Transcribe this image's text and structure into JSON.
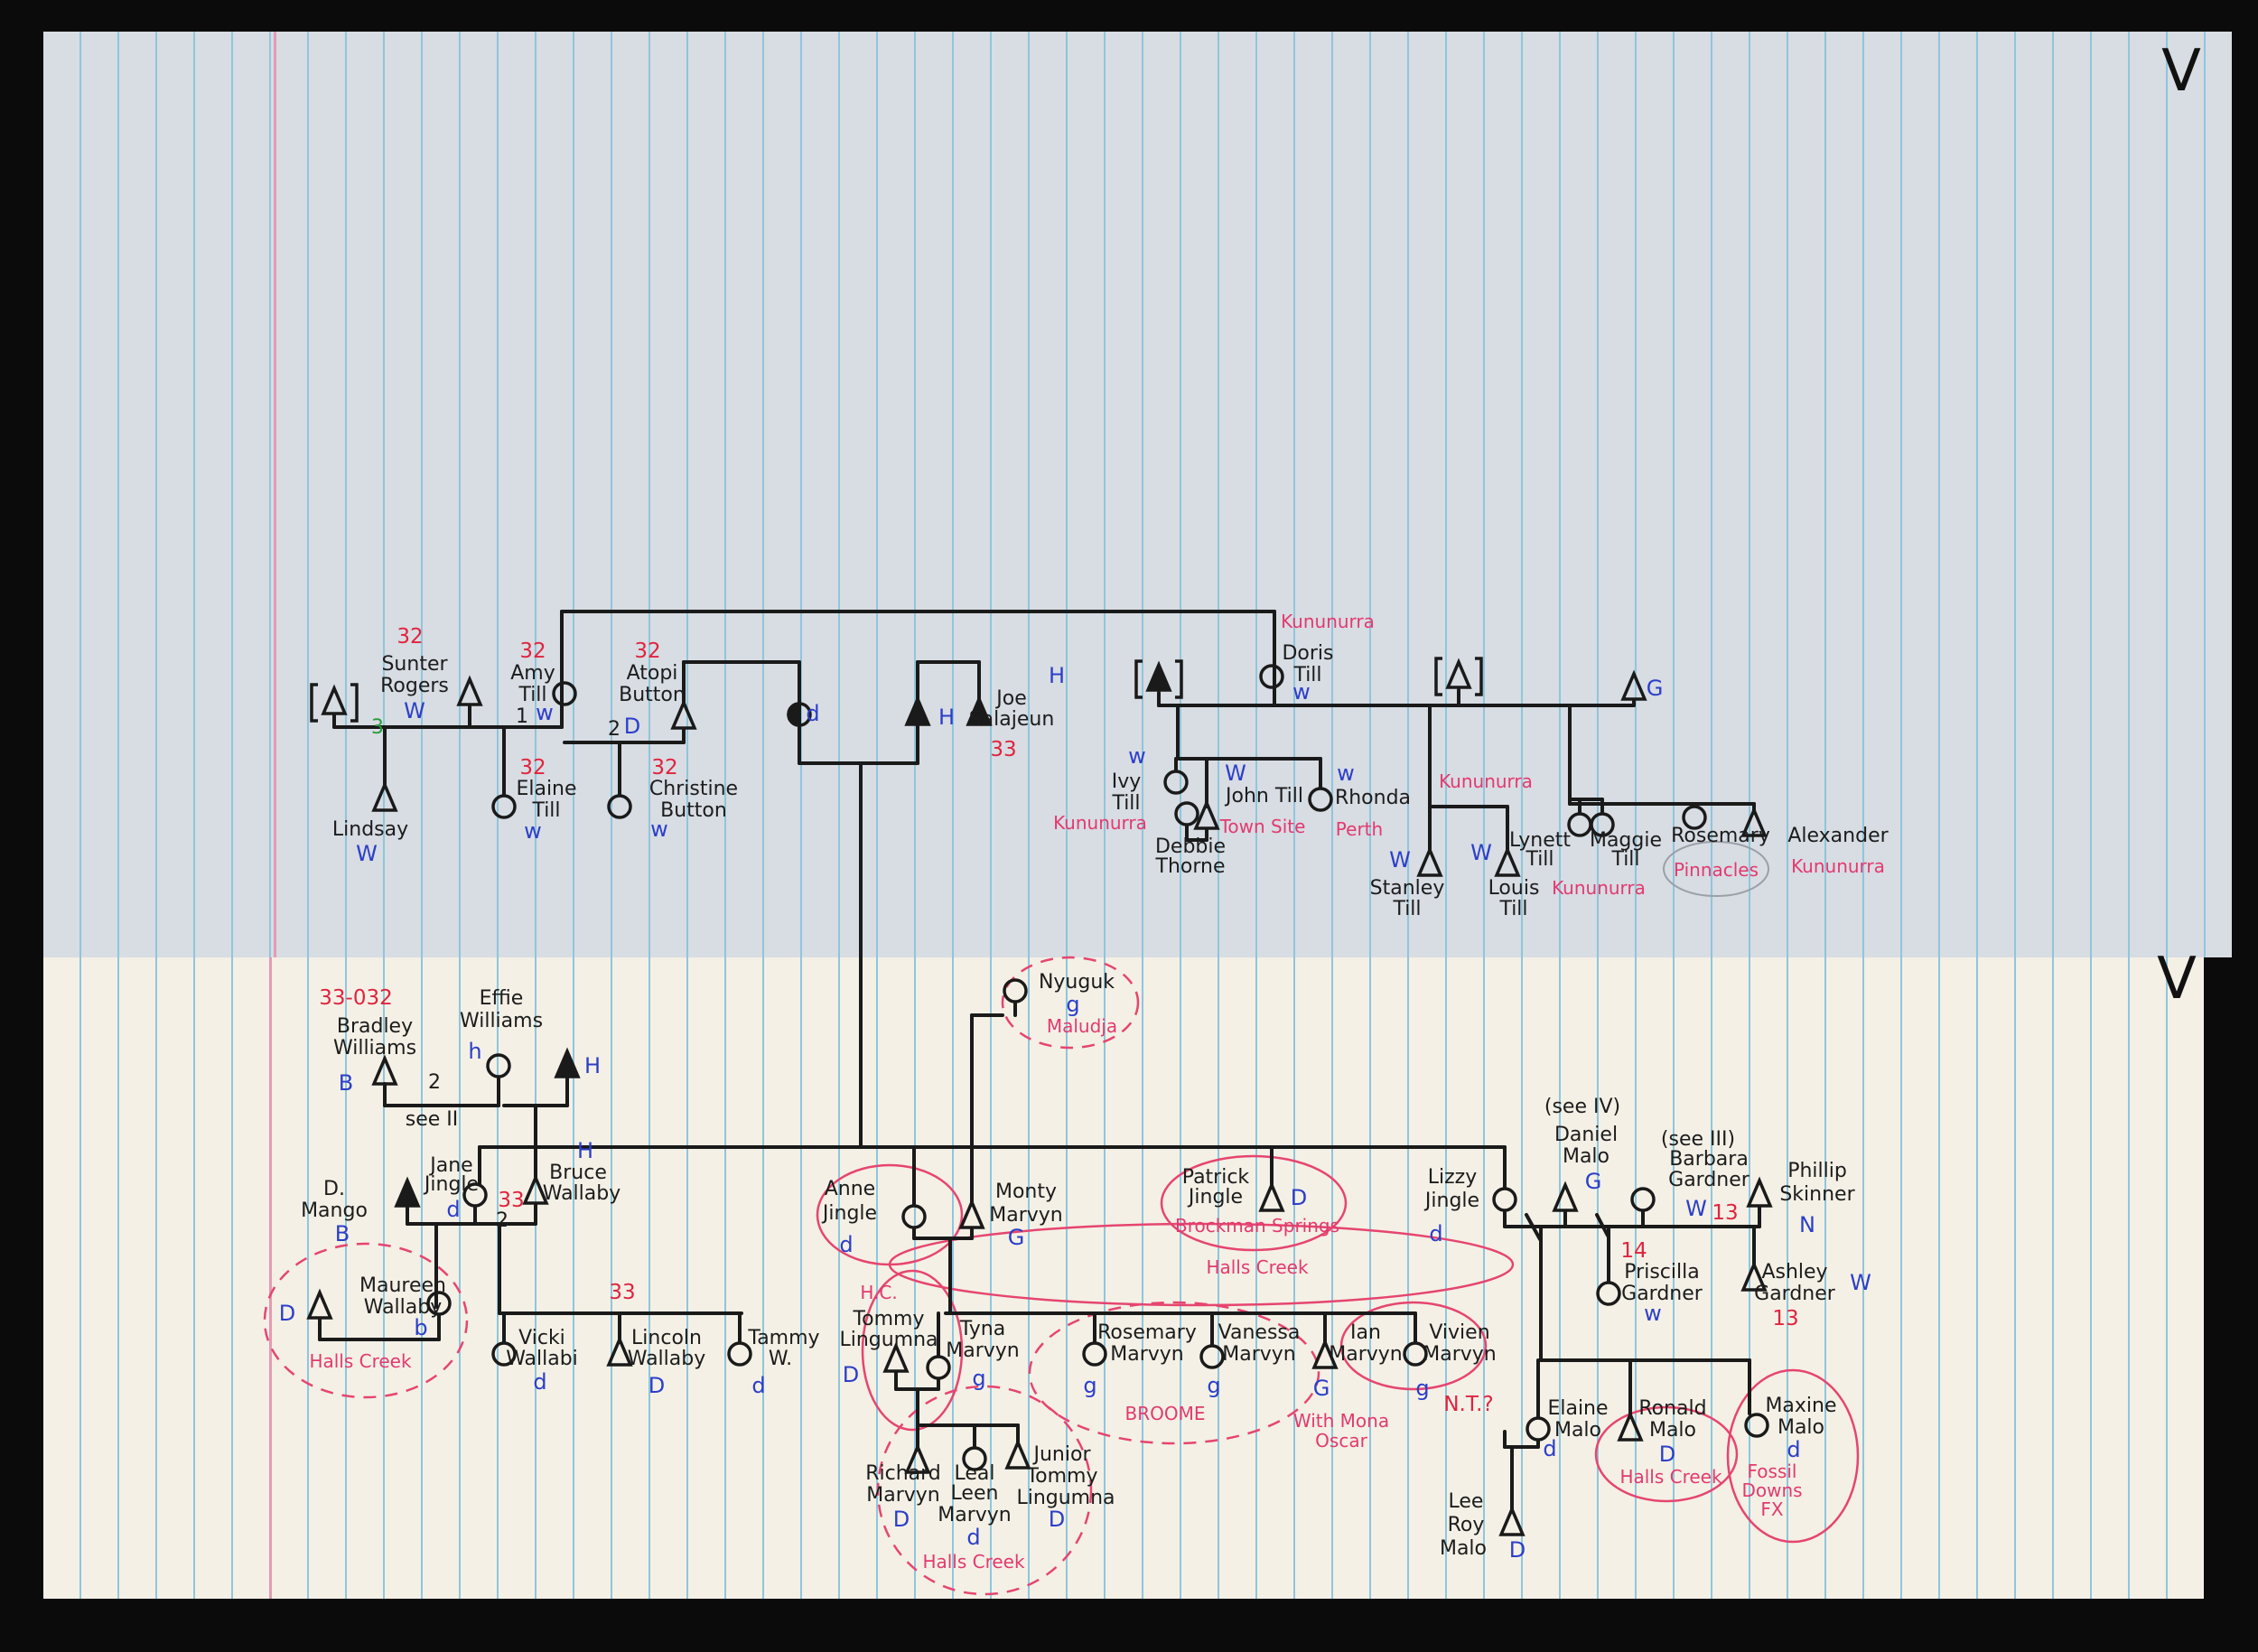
{
  "marks": {
    "top": "V",
    "bottom": "V"
  },
  "top": {
    "bracket_left": {
      "gen_count": "3"
    },
    "sunter_rogers": {
      "gen": "32",
      "name": [
        "Sunter",
        "Rogers"
      ],
      "code": "W"
    },
    "amy_till": {
      "gen": "32",
      "name": [
        "Amy",
        "Till"
      ],
      "code": "w",
      "order": "1"
    },
    "atopi_button": {
      "gen": "32",
      "name": [
        "Atopi",
        "Button"
      ],
      "code": "D",
      "order": "2"
    },
    "lindsay": {
      "name": [
        "Lindsay"
      ],
      "code": "W"
    },
    "elaine_till": {
      "gen": "32",
      "name": [
        "Elaine",
        "Till"
      ],
      "code": "w"
    },
    "christine_button": {
      "gen": "32",
      "name": [
        "Christine",
        "Button"
      ],
      "code": "w"
    },
    "deceased_woman": {
      "code": "d"
    },
    "deceased_man": {
      "code": "H"
    },
    "joe_salajeun": {
      "name": [
        "Joe",
        "Salajeun"
      ],
      "gen": "33",
      "code": "H"
    },
    "doris_till": {
      "name": [
        "Doris",
        "Till"
      ],
      "code": "w",
      "place": "Kununurra"
    },
    "right_man": {
      "code": "G"
    },
    "ivy_till": {
      "name": [
        "Ivy",
        "Till"
      ],
      "code": "w",
      "place": "Kununurra"
    },
    "john_till": {
      "name": [
        "John Till"
      ],
      "code": "W",
      "place": "Town Site"
    },
    "debbie_thorne": {
      "name": [
        "Debbie",
        "Thorne"
      ]
    },
    "rhonda": {
      "name": [
        "Rhonda"
      ],
      "code": "w",
      "place": "Perth"
    },
    "stanley_till": {
      "name": [
        "Stanley",
        "Till"
      ],
      "code": "W"
    },
    "louis_till": {
      "name": [
        "Louis",
        "Till"
      ],
      "code": "W"
    },
    "stanley_louis_place": "Kununurra",
    "lynett_till": {
      "name": [
        "Lynett",
        "Till"
      ]
    },
    "maggie_till": {
      "name": [
        "Maggie",
        "Till"
      ]
    },
    "lynett_maggie_place": "Kununurra",
    "rosemary": {
      "name": [
        "Rosemary"
      ],
      "place": "Pinnacles"
    },
    "alexander": {
      "name": [
        "Alexander"
      ],
      "place": "Kununurra"
    }
  },
  "bottom": {
    "bradley_williams": {
      "gen": "33-032",
      "name": [
        "Bradley",
        "Williams"
      ],
      "code": "B",
      "order": "2"
    },
    "effie_williams": {
      "name": [
        "Effie",
        "Williams"
      ],
      "code": "h"
    },
    "effie_husband": {
      "code": "H"
    },
    "see_ref": "see II",
    "d_mango": {
      "name": [
        "D.",
        "Mango"
      ],
      "code": "B"
    },
    "jane_jingle": {
      "name": [
        "Jane",
        "Jingle"
      ],
      "code": "d",
      "gen": "33",
      "order": "2"
    },
    "bruce_wallaby": {
      "name": [
        "Bruce",
        "Wallaby"
      ],
      "code": "H"
    },
    "maureen_wallaby": {
      "name": [
        "Maureen",
        "Wallaby"
      ],
      "code": "b",
      "spouse_code": "D",
      "place": "Halls Creek"
    },
    "wallaby_children_gen": "33",
    "vicki_wallabi": {
      "name": [
        "Vicki",
        "Wallabi"
      ],
      "code": "d"
    },
    "lincoln_wallaby": {
      "name": [
        "Lincoln",
        "Wallaby"
      ],
      "code": "D"
    },
    "tammy_w": {
      "name": [
        "Tammy",
        "W."
      ],
      "code": "d"
    },
    "nyuguk": {
      "name": [
        "Nyuguk"
      ],
      "code": "g",
      "place": "Maludja"
    },
    "anne_jingle": {
      "name": [
        "Anne",
        "Jingle"
      ],
      "code": "d"
    },
    "monty_marvyn": {
      "name": [
        "Monty",
        "Marvyn"
      ],
      "code": "G"
    },
    "patrick_jingle": {
      "name": [
        "Patrick",
        "Jingle"
      ],
      "code": "D",
      "place": "Brockman Springs"
    },
    "halls_creek_group": "Halls Creek",
    "lizzy_jingle": {
      "name": [
        "Lizzy",
        "Jingle"
      ],
      "code": "d"
    },
    "tommy_lingumna": {
      "place": "H.C.",
      "name": [
        "Tommy",
        "Lingumna"
      ],
      "code": "D"
    },
    "tyna_marvyn": {
      "name": [
        "Tyna",
        "Marvyn"
      ],
      "code": "g"
    },
    "richard_marvyn": {
      "name": [
        "Richard",
        "Marvyn"
      ],
      "code": "D"
    },
    "leal_leen_marvyn": {
      "name": [
        "Leal",
        "Leen",
        "Marvyn"
      ],
      "code": "d"
    },
    "junior_tommy_lingumna": {
      "name": [
        "Junior",
        "Tommy",
        "Lingumna"
      ],
      "code": "D"
    },
    "grandchildren_place": "Halls Creek",
    "rosemary_marvyn": {
      "name": [
        "Rosemary",
        "Marvyn"
      ],
      "code": "g"
    },
    "vanessa_marvyn": {
      "name": [
        "Vanessa",
        "Marvyn"
      ],
      "code": "g"
    },
    "ian_marvyn": {
      "name": [
        "Ian",
        "Marvyn"
      ],
      "code": "G",
      "note": [
        "With Mona",
        "Oscar"
      ]
    },
    "vivien_marvyn": {
      "name": [
        "Vivien",
        "Marvyn"
      ],
      "code": "g"
    },
    "broome_group": "BROOME",
    "daniel_malo": {
      "note": "(see IV)",
      "name": [
        "Daniel",
        "Malo"
      ],
      "code": "G"
    },
    "barbara_gardner": {
      "note": "(see III)",
      "name": [
        "Barbara",
        "Gardner"
      ],
      "code": "W",
      "gen": "13"
    },
    "phillip_skinner": {
      "name": [
        "Phillip",
        "Skinner"
      ],
      "code": "N"
    },
    "priscilla_gardner": {
      "gen": "14",
      "name": [
        "Priscilla",
        "Gardner"
      ],
      "code": "w"
    },
    "ashley_gardner": {
      "name": [
        "Ashley",
        "Gardner"
      ],
      "code": "W",
      "gen": "13"
    },
    "nt_note": "N.T.?",
    "elaine_malo": {
      "name": [
        "Elaine",
        "Malo"
      ],
      "code": "d"
    },
    "lee_roy_malo": {
      "name": [
        "Lee",
        "Roy",
        "Malo"
      ],
      "code": "D"
    },
    "ronald_malo": {
      "name": [
        "Ronald",
        "Malo"
      ],
      "code": "D",
      "place": "Halls Creek"
    },
    "maxine_malo": {
      "name": [
        "Maxine",
        "Malo"
      ],
      "code": "d",
      "place": [
        "Fossil",
        "Downs",
        "FX"
      ]
    }
  }
}
